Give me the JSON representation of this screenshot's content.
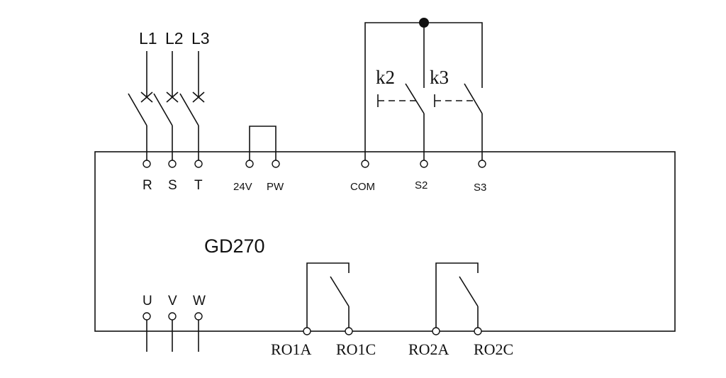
{
  "device": {
    "model": "GD270"
  },
  "supply_lines": [
    "L1",
    "L2",
    "L3"
  ],
  "input_terminals": [
    "R",
    "S",
    "T"
  ],
  "aux_terminals": [
    "24V",
    "PW"
  ],
  "control_terminals": [
    "COM",
    "S2",
    "S3"
  ],
  "switches": [
    "k2",
    "k3"
  ],
  "output_terminals": [
    "U",
    "V",
    "W"
  ],
  "relay_terminals": [
    "RO1A",
    "RO1C",
    "RO2A",
    "RO2C"
  ]
}
